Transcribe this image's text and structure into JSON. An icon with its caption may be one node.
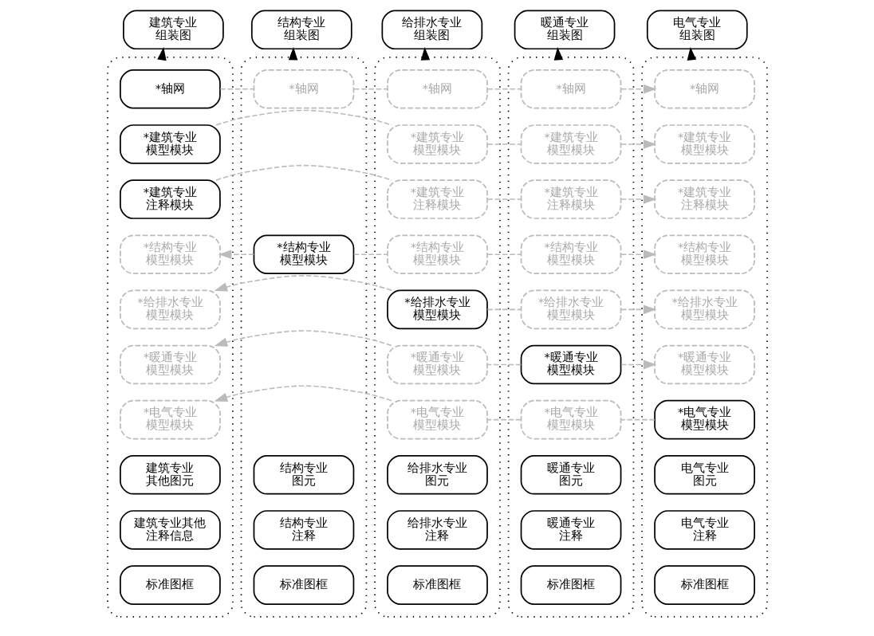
{
  "diagram": {
    "nodes": [
      {
        "text": [
          "建筑专业组装图"
        ]
      },
      {
        "text": [
          "结构专业组装图"
        ]
      },
      {
        "text": [
          "给排水专业组装图"
        ]
      },
      {
        "text": [
          "暖通专业组装图"
        ]
      },
      {
        "text": [
          "电气专业组装图"
        ]
      },
      {
        "text": [],
        "shape": "box"
      },
      {
        "text": [
          "*轴网"
        ],
        "in": 5
      },
      {
        "text": [
          "*建筑专业模型模块"
        ],
        "in": 5
      },
      {
        "text": [
          "*建筑专业注释模块"
        ],
        "in": 5
      },
      {
        "text": [
          "*结构专业模型模块"
        ],
        "in": 5
      },
      {
        "text": [
          "*给排水专业模型模块"
        ],
        "in": 5
      },
      {
        "text": [
          "*暖通专业模型模块"
        ],
        "in": 5
      },
      {
        "text": [
          "*电气专业模型模块"
        ],
        "in": 5
      },
      {
        "text": [
          "建筑专业其他图元"
        ],
        "in": 5
      },
      {
        "text": [
          "建筑专业其他注释信息"
        ],
        "in": 5
      },
      {
        "text": [
          "标准图框"
        ],
        "in": 5
      },
      {
        "text": [],
        "shape": "box"
      },
      {
        "text": [
          "*轴网"
        ],
        "in": 16
      },
      {
        "text": [
          "*结构专业模型模块"
        ],
        "in": 16
      },
      {
        "text": [
          "结构专业图元"
        ],
        "in": 16
      },
      {
        "text": [
          "结构专业注释"
        ],
        "in": 16
      },
      {
        "text": [
          "标准图框"
        ],
        "in": 16
      },
      {
        "text": [],
        "shape": "box"
      },
      {
        "text": [
          "*轴网"
        ],
        "in": 22
      },
      {
        "text": [
          "*建筑专业模型模块"
        ],
        "in": 22
      },
      {
        "text": [
          "*建筑专业注释模块"
        ],
        "in": 22
      },
      {
        "text": [
          "*结构专业模型模块"
        ],
        "in": 22
      },
      {
        "text": [
          "*给排水专业模型模块"
        ],
        "in": 22
      },
      {
        "text": [
          "*暖通专业模型模块"
        ],
        "in": 22
      },
      {
        "text": [
          "*电气专业模型模块"
        ],
        "in": 22
      },
      {
        "text": [
          "给排水专业图元"
        ],
        "in": 22
      },
      {
        "text": [
          "给排水专业注释"
        ],
        "in": 22
      },
      {
        "text": [
          "标准图框"
        ],
        "in": 22
      },
      {
        "text": [],
        "shape": "box"
      },
      {
        "text": [
          "*轴网"
        ],
        "in": 33
      },
      {
        "text": [
          "*建筑专业模型模块"
        ],
        "in": 33
      },
      {
        "text": [
          "*建筑专业注释模块"
        ],
        "in": 33
      },
      {
        "text": [
          "*结构专业模型模块"
        ],
        "in": 33
      },
      {
        "text": [
          "*给排水专业模型模块"
        ],
        "in": 33
      },
      {
        "text": [
          "*暖通专业模型模块"
        ],
        "in": 33
      },
      {
        "text": [
          "*电气专业模型模块"
        ],
        "in": 33
      },
      {
        "text": [
          "暖通专业图元"
        ],
        "in": 33
      },
      {
        "text": [
          "暖通专业注释"
        ],
        "in": 33
      },
      {
        "text": [
          "标准图框"
        ],
        "in": 33
      },
      {
        "text": [],
        "shape": "box"
      },
      {
        "text": [
          "*轴网"
        ],
        "in": 44
      },
      {
        "text": [
          "*建筑专业模型模块"
        ],
        "in": 44
      },
      {
        "text": [
          "*建筑专业注释模块"
        ],
        "in": 44
      },
      {
        "text": [
          "*结构专业模型模块"
        ],
        "in": 44
      },
      {
        "text": [
          "*给排水专业模型模块"
        ],
        "in": 44
      },
      {
        "text": [
          "*暖通专业模型模块"
        ],
        "in": 44
      },
      {
        "text": [
          "*电气专业模型模块"
        ],
        "in": 44
      },
      {
        "text": [
          "电气专业图元"
        ],
        "in": 44
      },
      {
        "text": [
          "电气专业注释"
        ],
        "in": 44
      },
      {
        "text": [
          "标准图框"
        ],
        "in": 44
      }
    ],
    "edges": [
      {
        "from": 5,
        "to": 0,
        "arrow": "to",
        "style": "dashed",
        "color": "#000000"
      },
      {
        "from": 16,
        "to": 1,
        "arrow": "to",
        "style": "dashed",
        "color": "#000000"
      },
      {
        "from": 22,
        "to": 2,
        "arrow": "to",
        "style": "dashed",
        "color": "#000000"
      },
      {
        "from": 33,
        "to": 3,
        "arrow": "to",
        "style": "dashed",
        "color": "#000000"
      },
      {
        "from": 44,
        "to": 4,
        "arrow": "to",
        "style": "dashed",
        "color": "#000000"
      },
      {
        "from": 6,
        "to": 17,
        "arrow": "none",
        "style": "dashed"
      },
      {
        "from": 17,
        "to": 23,
        "arrow": "none",
        "style": "dashed"
      },
      {
        "from": 23,
        "to": 34,
        "arrow": "none",
        "style": "dashed"
      },
      {
        "from": 34,
        "to": 45,
        "arrow": "to",
        "style": "dashed"
      },
      {
        "from": 7,
        "to": 24,
        "arrow": "none",
        "style": "dashed"
      },
      {
        "from": 24,
        "to": 35,
        "arrow": "none",
        "style": "dashed"
      },
      {
        "from": 35,
        "to": 46,
        "arrow": "to",
        "style": "dashed"
      },
      {
        "from": 8,
        "to": 25,
        "arrow": "none",
        "style": "dashed"
      },
      {
        "from": 25,
        "to": 36,
        "arrow": "none",
        "style": "dashed"
      },
      {
        "from": 36,
        "to": 47,
        "arrow": "to",
        "style": "dashed"
      },
      {
        "from": 18,
        "to": 9,
        "arrow": "to",
        "style": "dashed"
      },
      {
        "from": 18,
        "to": 26,
        "arrow": "none",
        "style": "dashed"
      },
      {
        "from": 26,
        "to": 37,
        "arrow": "none",
        "style": "dashed"
      },
      {
        "from": 37,
        "to": 48,
        "arrow": "to",
        "style": "dashed"
      },
      {
        "from": 27,
        "to": 10,
        "arrow": "to",
        "style": "dashed"
      },
      {
        "from": 27,
        "to": 38,
        "arrow": "none",
        "style": "dashed"
      },
      {
        "from": 38,
        "to": 49,
        "arrow": "to",
        "style": "dashed"
      },
      {
        "from": 39,
        "to": 28,
        "arrow": "none",
        "style": "dashed"
      },
      {
        "from": 28,
        "to": 11,
        "arrow": "to",
        "style": "dashed"
      },
      {
        "from": 39,
        "to": 50,
        "arrow": "to",
        "style": "dashed"
      },
      {
        "from": 51,
        "to": 40,
        "arrow": "none",
        "style": "dashed"
      },
      {
        "from": 40,
        "to": 29,
        "arrow": "none",
        "style": "dashed"
      },
      {
        "from": 29,
        "to": 12,
        "arrow": "to",
        "style": "dashed"
      }
    ]
  }
}
